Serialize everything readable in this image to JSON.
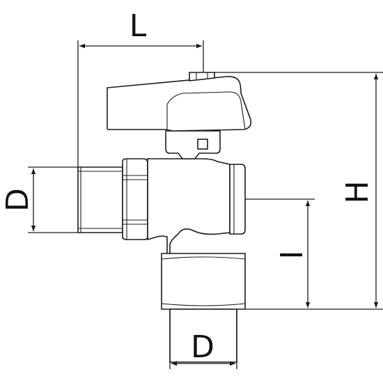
{
  "diagram": {
    "dimension_labels": {
      "length": "L",
      "height": "H",
      "offset": "I",
      "diameter_left": "D",
      "diameter_bottom": "D"
    }
  }
}
